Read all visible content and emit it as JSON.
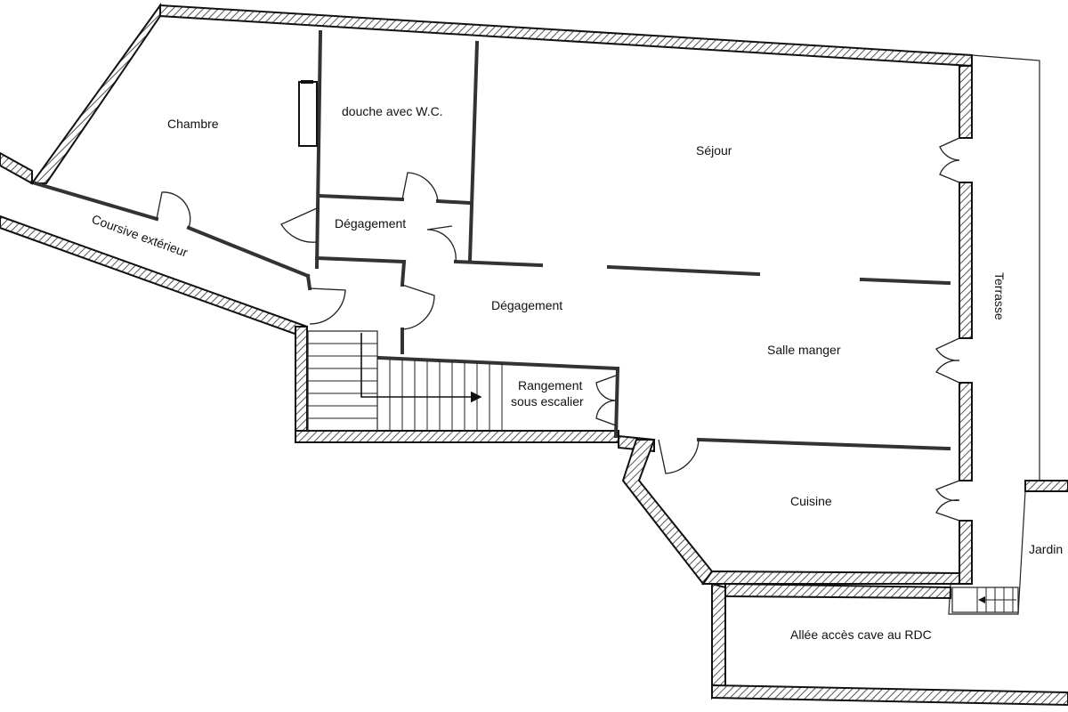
{
  "rooms": {
    "chambre": "Chambre",
    "douche": "douche avec W.C.",
    "sejour": "Séjour",
    "degagement_top": "Dégagement",
    "degagement_mid": "Dégagement",
    "coursive": "Coursive extérieur",
    "terrasse": "Terrasse",
    "salle_manger": "Salle manger",
    "rangement_line1": "Rangement",
    "rangement_line2": "sous escalier",
    "cuisine": "Cuisine",
    "jardin": "Jardin",
    "allee": "Allée accès cave au RDC"
  },
  "colors": {
    "wall": "#111111",
    "hatch": "#555555",
    "background": "#ffffff"
  }
}
